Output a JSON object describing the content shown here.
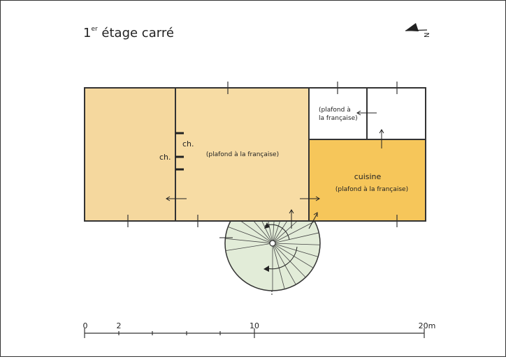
{
  "title": {
    "main": "1",
    "sup": "er",
    "rest": " étage carré"
  },
  "rooms": {
    "main_ceiling": "(plafond à la française)",
    "small_ceiling_line1": "(plafond à",
    "small_ceiling_line2": "la française)",
    "kitchen_name": "cuisine",
    "kitchen_ceiling": "(plafond à la française)"
  },
  "fireplaces": {
    "upper": "ch.",
    "lower": "ch."
  },
  "scale": {
    "zero": "0",
    "two": "2",
    "ten": "10",
    "twenty": "20m"
  },
  "colors": {
    "left_room": "#f5d89e",
    "main_room": "#f7dca4",
    "kitchen": "#f6c65a",
    "stair": "#e2ecd8",
    "outline": "#333333"
  },
  "icons": {
    "north_arrow": "north-arrow-icon"
  }
}
